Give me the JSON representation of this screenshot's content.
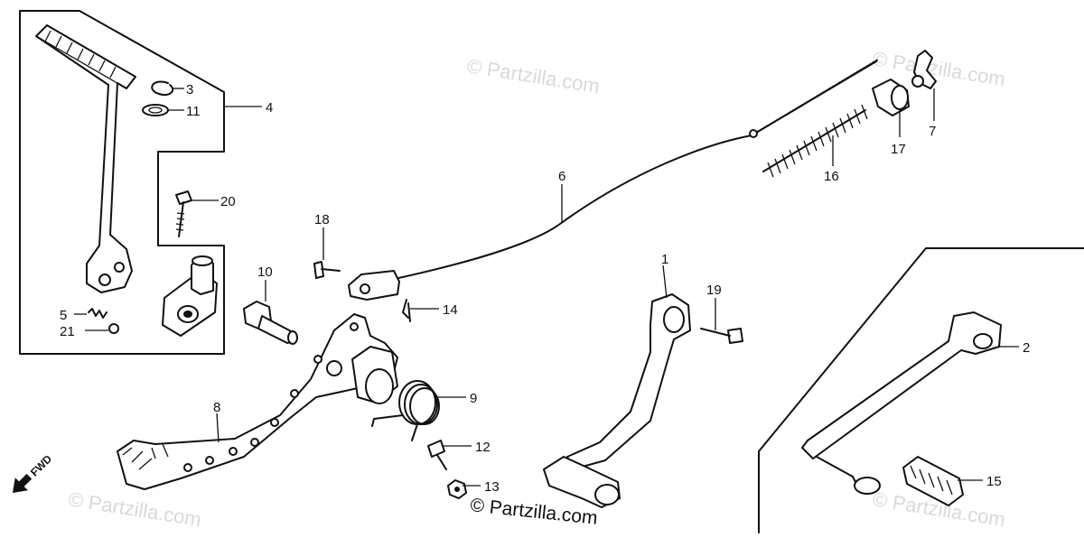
{
  "diagram": {
    "callouts": [
      "1",
      "2",
      "3",
      "4",
      "5",
      "6",
      "7",
      "8",
      "9",
      "10",
      "11",
      "12",
      "13",
      "14",
      "15",
      "16",
      "17",
      "18",
      "19",
      "20",
      "21"
    ],
    "direction_label": "FWD",
    "credit": "© Partzilla.com",
    "watermarks": [
      "© Partzilla.com",
      "© Partzilla.com",
      "© Partzilla.com",
      "© Partzilla.com",
      "© Partzilla.com"
    ]
  }
}
